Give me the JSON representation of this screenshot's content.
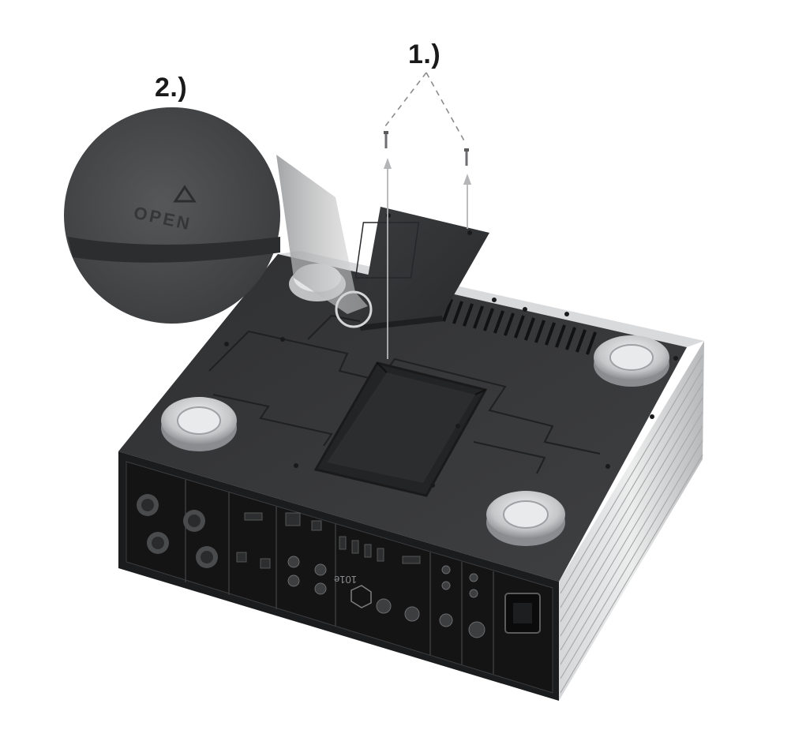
{
  "steps": {
    "step1_label": "1.)",
    "step2_label": "2.)"
  },
  "callout": {
    "embossed_text": "OPEN"
  },
  "device": {
    "rear_badge_text": "101e"
  },
  "colors": {
    "chassis_body": "#3a3b3d",
    "chassis_silver": "#c9cacc",
    "feet_ring": "#b9babd",
    "feet_pad": "#e7e8ea",
    "panel_black": "#141414",
    "arrow_grey": "#8c8c8c",
    "callout_grey": "#4a4b4d",
    "highlight_circle": "#d4d5d7"
  },
  "icons": {
    "open_triangle": "open-triangle-icon",
    "screw": "screw-icon",
    "logo": "hexagon-logo-icon"
  }
}
